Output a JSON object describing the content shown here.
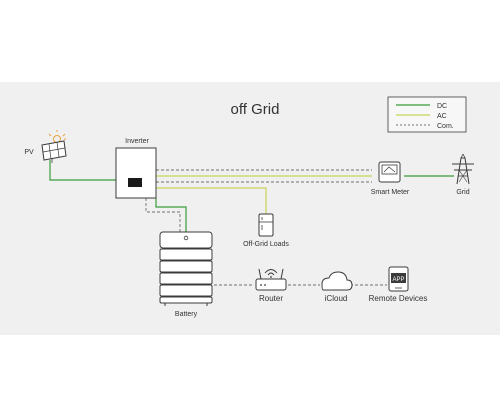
{
  "title": "off  Grid",
  "legend": {
    "items": [
      {
        "label": "DC",
        "color": "#3a9b3a",
        "dash": false
      },
      {
        "label": "AC",
        "color": "#c8d25a",
        "dash": false
      },
      {
        "label": "Com.",
        "color": "#707070",
        "dash": true
      }
    ]
  },
  "nodes": {
    "pv": "PV",
    "inverter": "Inverter",
    "smart_meter": "Smart Meter",
    "grid": "Grid",
    "off_grid_loads": "Off-Grid Loads",
    "battery": "Battery",
    "router": "Router",
    "icloud": "iCloud",
    "remote_devices": "Remote Devices",
    "app_icon_text": "APP"
  },
  "colors": {
    "dc": "#3a9b3a",
    "ac": "#c8d25a",
    "com": "#707070",
    "panel_bg": "#f0f0f0",
    "icon_stroke": "#3b3b3b"
  }
}
